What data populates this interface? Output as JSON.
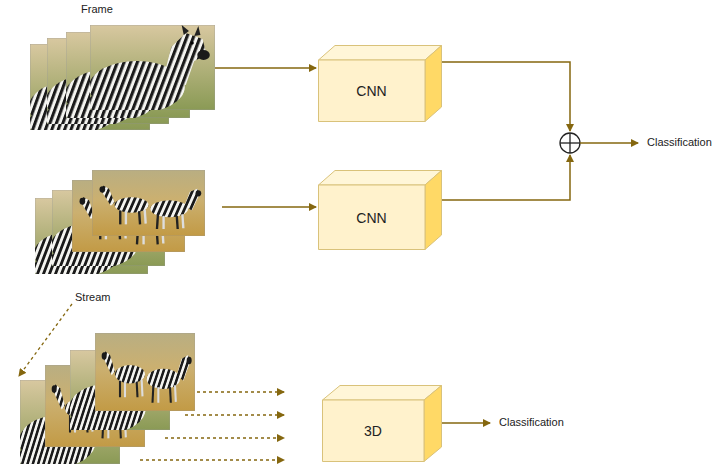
{
  "diagram": {
    "nodes": [
      {
        "text": [
          "CNN"
        ]
      },
      {
        "text": [
          "CNN"
        ]
      },
      {
        "text": [
          "3D"
        ]
      }
    ],
    "labels": [
      "Frame",
      "Stream",
      "Classification",
      "Classification"
    ]
  }
}
